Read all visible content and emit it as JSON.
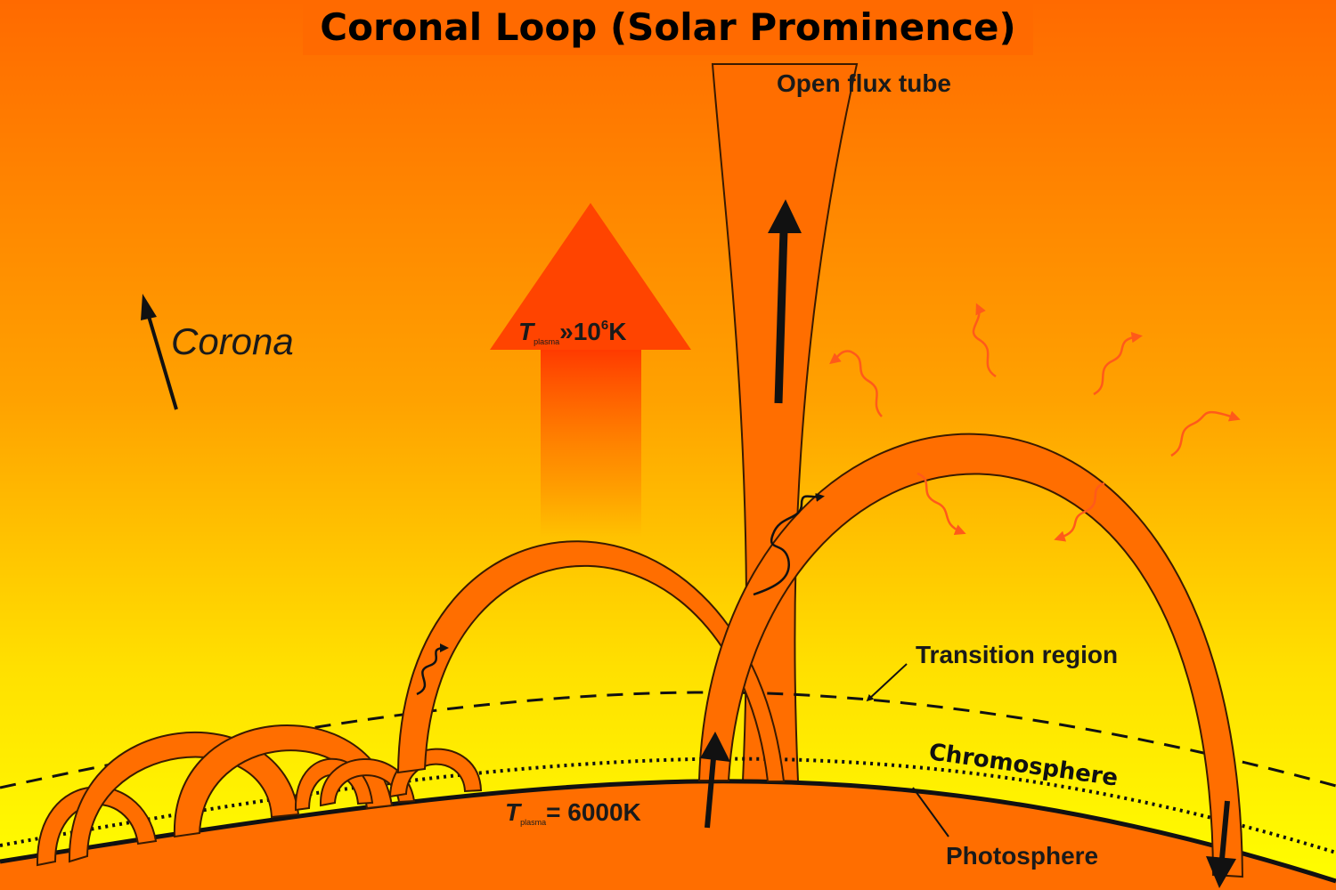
{
  "title": "Coronal Loop (Solar Prominence)",
  "labels": {
    "open_flux_tube": "Open flux tube",
    "corona": "Corona",
    "transition_region": "Transition region",
    "chromosphere": "Chromosphere",
    "photosphere": "Photosphere"
  },
  "temperatures": {
    "hot": {
      "symbol": "T",
      "subscript": "plasma",
      "relation": "»10",
      "exponent": "6",
      "unit": "K"
    },
    "cool": {
      "symbol": "T",
      "subscript": "plasma",
      "relation": "= 6000K"
    }
  },
  "colors": {
    "sky_top": "#ff6a00",
    "sky_bottom": "#ffff00",
    "tube_fill": "#ff6e00",
    "sun_surface": "#ff6e00",
    "hot_arrow": "#ff3a00",
    "radiation": "#ff5a1a"
  }
}
